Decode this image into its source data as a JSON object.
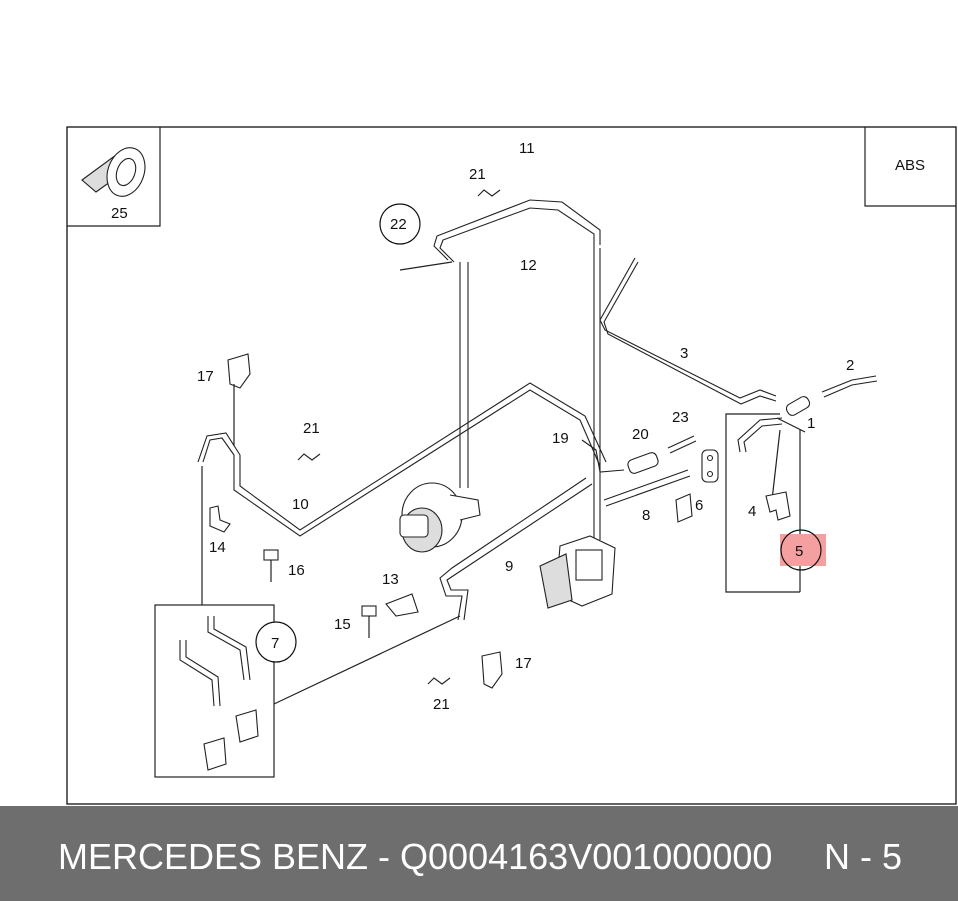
{
  "header_box": {
    "label": "ABS"
  },
  "inset": {
    "label": "25"
  },
  "callouts": {
    "c1": "1",
    "c2": "2",
    "c3": "3",
    "c4": "4",
    "c5": "5",
    "c6": "6",
    "c7": "7",
    "c8": "8",
    "c9": "9",
    "c10": "10",
    "c11": "11",
    "c12": "12",
    "c13": "13",
    "c14": "14",
    "c15": "15",
    "c16": "16",
    "c17a": "17",
    "c17b": "17",
    "c19": "19",
    "c20": "20",
    "c21a": "21",
    "c21b": "21",
    "c21c": "21",
    "c22": "22",
    "c23": "23"
  },
  "highlight_color": "#f4a0a0",
  "footer": {
    "brand_part": "MERCEDES BENZ - Q0004163V001000000",
    "page": "N - 5"
  }
}
